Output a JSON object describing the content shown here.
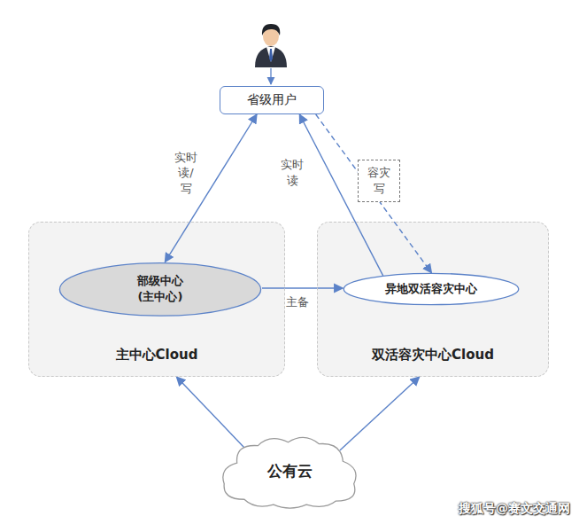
{
  "diagram": {
    "nodes": [
      {
        "text": [
          "省级用户"
        ]
      },
      {
        "text": [
          "主中心Cloud"
        ]
      },
      {
        "text": [
          "部级中心 (主中心)"
        ],
        "in": 1
      },
      {
        "text": [
          "双活容灾中心Cloud"
        ]
      },
      {
        "text": [
          "异地双活容灾中心"
        ],
        "in": 3
      },
      {
        "text": [
          "公有云"
        ]
      }
    ],
    "edges": [
      {
        "from": 0,
        "to": 2,
        "label": "实时 读/写",
        "arrow": "both"
      },
      {
        "from": 4,
        "to": 0,
        "label": "实时 读",
        "arrow": "to"
      },
      {
        "from": 0,
        "to": 4,
        "label": "容灾 写",
        "arrow": "to"
      },
      {
        "from": 2,
        "to": 4,
        "label": "主备",
        "arrow": "to"
      },
      {
        "from": 5,
        "to": 1,
        "arrow": "to"
      },
      {
        "from": 5,
        "to": 3,
        "arrow": "to"
      }
    ],
    "labels": [
      "搜狐号@赛文交通网"
    ]
  }
}
